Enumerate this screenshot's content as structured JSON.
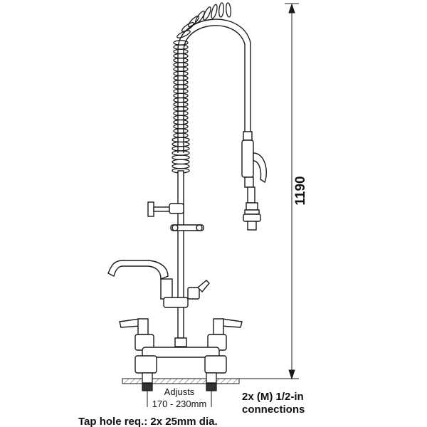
{
  "dimension": {
    "height_value": "1190"
  },
  "labels": {
    "adjusts_line1": "Adjusts",
    "adjusts_line2": "170 - 230mm",
    "connections_line1": "2x (M) 1/2-in",
    "connections_line2": "connections",
    "tap_hole": "Tap hole req.: 2x 25mm dia."
  },
  "colors": {
    "line": "#1a1a1a",
    "fill": "#ffffff",
    "hatch": "#555555"
  }
}
